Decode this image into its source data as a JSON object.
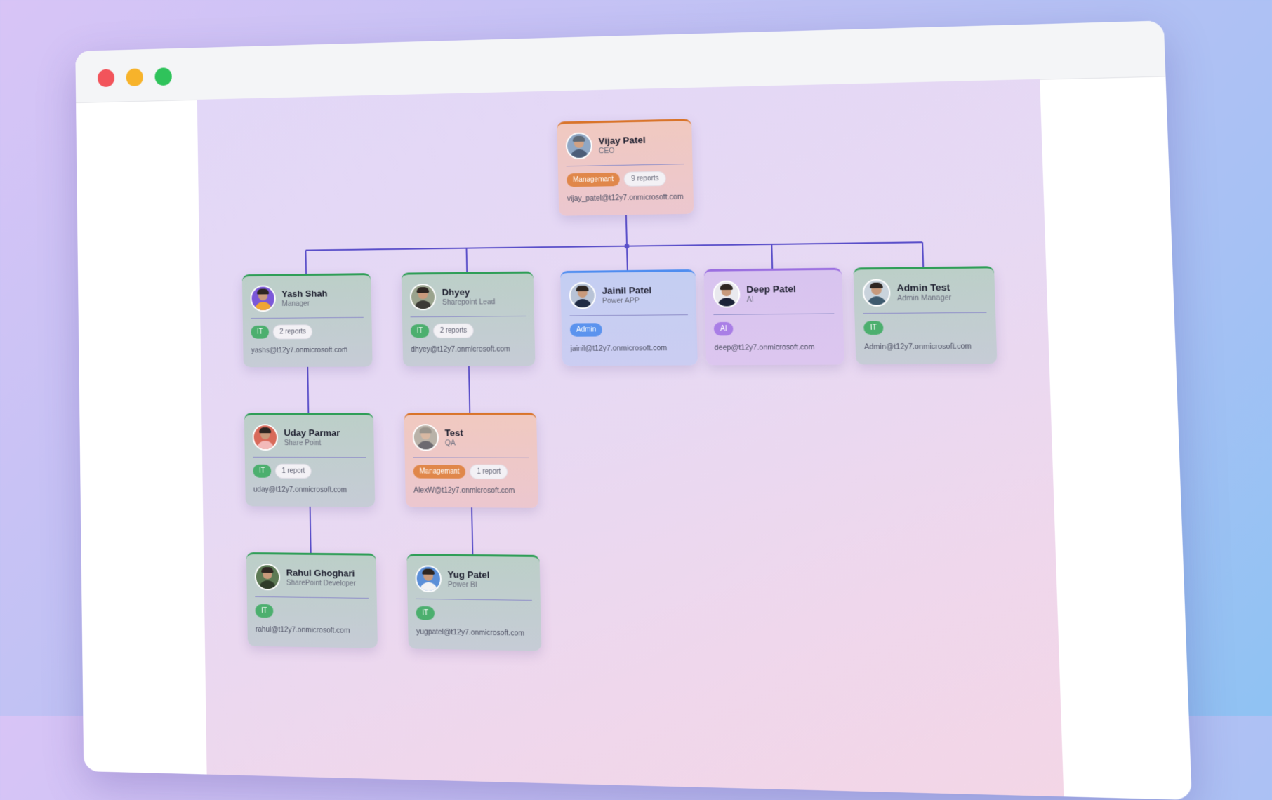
{
  "window": {
    "controls": [
      "close",
      "minimize",
      "maximize"
    ]
  },
  "colors": {
    "line": "#5a4fc9",
    "it": "#4caf6e",
    "management": "#e0874a",
    "admin": "#5b93ee",
    "ai": "#a97ee6"
  },
  "org": {
    "ceo": {
      "name": "Vijay Patel",
      "role": "CEO",
      "dept": "Managemant",
      "reports": "9 reports",
      "email": "vijay_patel@t12y7.onmicrosoft.com"
    },
    "yash": {
      "name": "Yash Shah",
      "role": "Manager",
      "dept": "IT",
      "reports": "2 reports",
      "email": "yashs@t12y7.onmicrosoft.com"
    },
    "dhyey": {
      "name": "Dhyey",
      "role": "Sharepoint Lead",
      "dept": "IT",
      "reports": "2 reports",
      "email": "dhyey@t12y7.onmicrosoft.com"
    },
    "jainil": {
      "name": "Jainil Patel",
      "role": "Power APP",
      "dept": "Admin",
      "email": "jainil@t12y7.onmicrosoft.com"
    },
    "deep": {
      "name": "Deep Patel",
      "role": "AI",
      "dept": "AI",
      "email": "deep@t12y7.onmicrosoft.com"
    },
    "admin": {
      "name": "Admin Test",
      "role": "Admin Manager",
      "dept": "IT",
      "email": "Admin@t12y7.onmicrosoft.com"
    },
    "uday": {
      "name": "Uday Parmar",
      "role": "Share Point",
      "dept": "IT",
      "reports": "1 report",
      "email": "uday@t12y7.onmicrosoft.com"
    },
    "test": {
      "name": "Test",
      "role": "QA",
      "dept": "Managemant",
      "reports": "1 report",
      "email": "AlexW@t12y7.onmicrosoft.com"
    },
    "rahul": {
      "name": "Rahul Ghoghari",
      "role": "SharePoint Developer",
      "dept": "IT",
      "email": "rahul@t12y7.onmicrosoft.com"
    },
    "yug": {
      "name": "Yug Patel",
      "role": "Power BI",
      "dept": "IT",
      "email": "yugpatel@t12y7.onmicrosoft.com"
    }
  }
}
